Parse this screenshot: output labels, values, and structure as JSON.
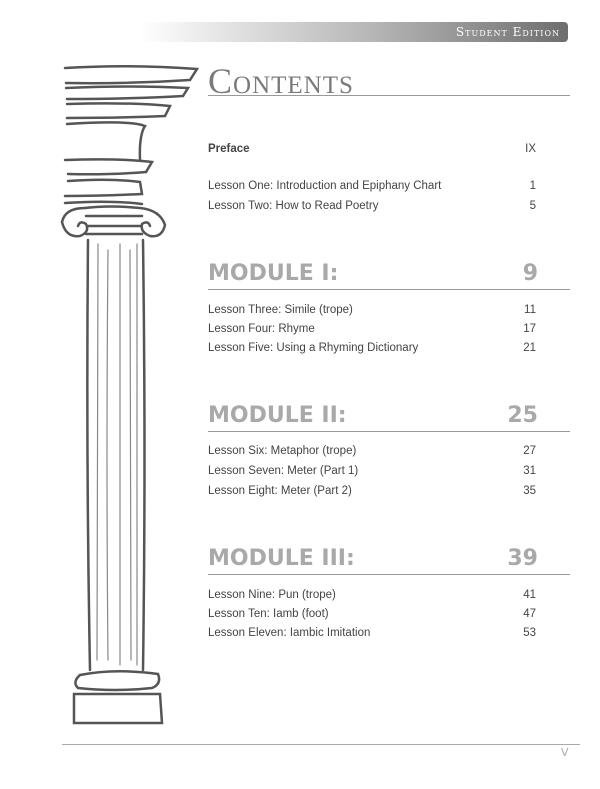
{
  "header": {
    "edition": "Student Edition"
  },
  "title": "Contents",
  "front": [
    {
      "label": "Preface",
      "page": "IX",
      "bold": true
    },
    {
      "label": "Lesson One: Introduction and Epiphany Chart",
      "page": "1"
    },
    {
      "label": "Lesson Two: How to Read Poetry",
      "page": "5"
    }
  ],
  "modules": [
    {
      "title": "MODULE I:",
      "page": "9",
      "lessons": [
        {
          "label": "Lesson Three: Simile (trope)",
          "page": "11"
        },
        {
          "label": "Lesson Four: Rhyme",
          "page": "17"
        },
        {
          "label": "Lesson Five: Using a Rhyming Dictionary",
          "page": "21"
        }
      ]
    },
    {
      "title": "MODULE II:",
      "page": "25",
      "lessons": [
        {
          "label": "Lesson Six: Metaphor (trope)",
          "page": "27"
        },
        {
          "label": "Lesson Seven: Meter (Part 1)",
          "page": "31"
        },
        {
          "label": "Lesson Eight: Meter (Part 2)",
          "page": "35"
        }
      ]
    },
    {
      "title": "MODULE III:",
      "page": "39",
      "lessons": [
        {
          "label": "Lesson Nine: Pun (trope)",
          "page": "41"
        },
        {
          "label": "Lesson Ten: Iamb (foot)",
          "page": "47"
        },
        {
          "label": "Lesson Eleven: Iambic Imitation",
          "page": "53"
        }
      ]
    }
  ],
  "folio": "V"
}
